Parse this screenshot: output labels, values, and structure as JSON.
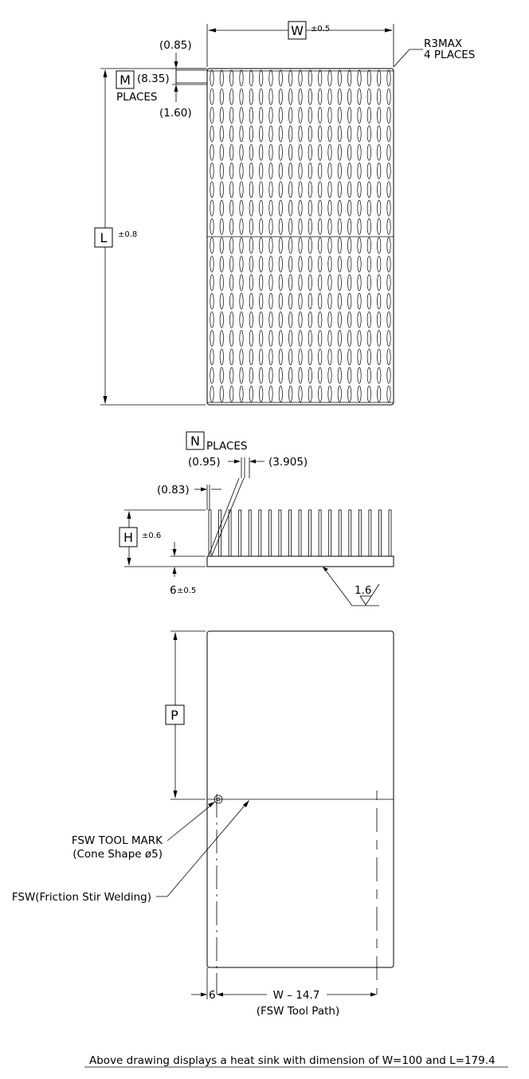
{
  "top_view": {
    "width_label": "W",
    "width_tol": "±0.5",
    "corner_radius_line1": "R3MAX",
    "corner_radius_line2": "4 PLACES",
    "pitch_top": "(0.85)",
    "fin_count_label": "M",
    "fin_length": "(8.35)",
    "fin_count_suffix": "PLACES",
    "fin_gap": "(1.60)",
    "length_label": "L",
    "length_tol": "±0.8"
  },
  "side_view": {
    "fin_count_label": "N",
    "fin_count_suffix": "PLACES",
    "fin_thickness": "(0.95)",
    "fin_pitch": "(3.905)",
    "edge_offset": "(0.83)",
    "height_label": "H",
    "height_tol": "±0.6",
    "base_thickness": "6",
    "base_tol": "±0.5",
    "surface_roughness": "1.6"
  },
  "bottom_view": {
    "position_label": "P",
    "tool_mark_line1": "FSW TOOL MARK",
    "tool_mark_line2": "(Cone Shape ø5)",
    "weld_label": "FSW(Friction Stir Welding)",
    "left_offset": "6",
    "tool_path_length": "W – 14.7",
    "tool_path_caption": "(FSW Tool Path)"
  },
  "footer_note": "Above drawing displays a heat sink with dimension of W=100 and L=179.4"
}
